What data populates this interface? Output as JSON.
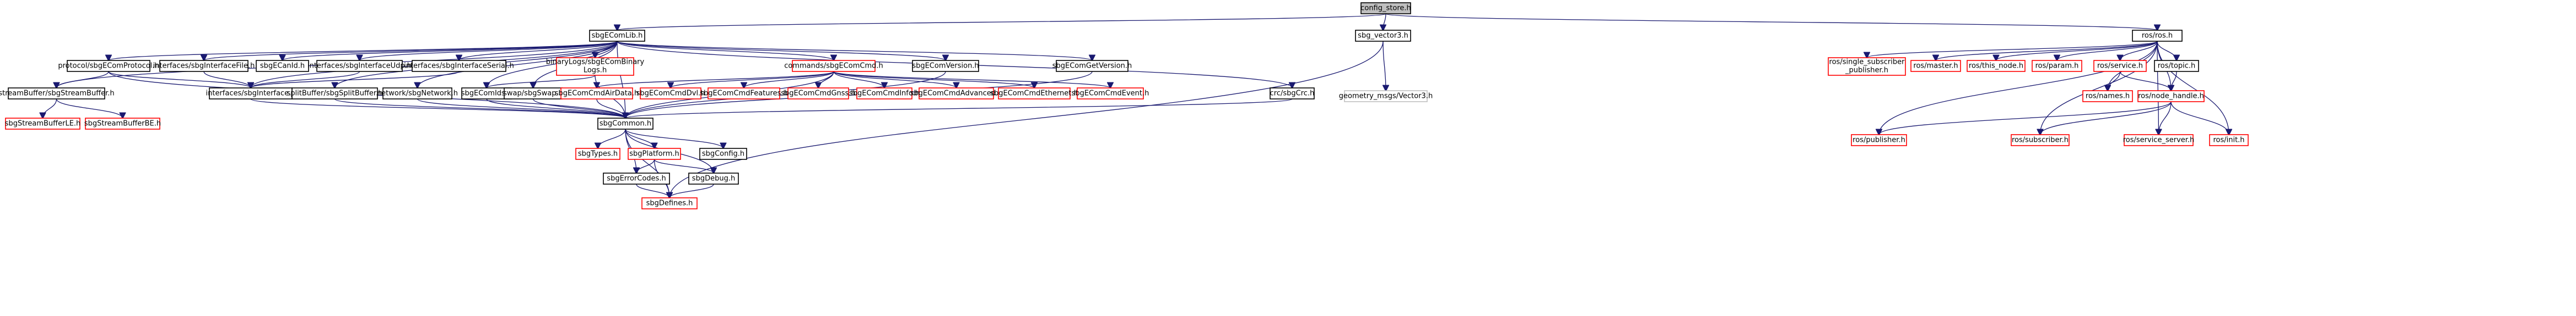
{
  "colors": {
    "edge": "#191970",
    "root_fill": "#bfbfbf",
    "missing_border": "#ff0000",
    "light_border": "#bfbfbf",
    "normal_border": "#000000"
  },
  "nodes": [
    {
      "id": "config_store",
      "label": "config_store.h",
      "style": "root"
    },
    {
      "id": "sbgEComLib",
      "label": "sbgEComLib.h",
      "style": "normal"
    },
    {
      "id": "sbg_vector3",
      "label": "sbg_vector3.h",
      "style": "normal"
    },
    {
      "id": "ros",
      "label": "ros/ros.h",
      "style": "normal"
    },
    {
      "id": "protocol",
      "label": "protocol/sbgEComProtocol.h",
      "style": "normal"
    },
    {
      "id": "ifFile",
      "label": "interfaces/sbgInterfaceFile.h",
      "style": "normal"
    },
    {
      "id": "sbgECanId",
      "label": "sbgECanId.h",
      "style": "normal"
    },
    {
      "id": "ifUdp",
      "label": "interfaces/sbgInterfaceUdp.h",
      "style": "normal"
    },
    {
      "id": "ifSerial",
      "label": "interfaces/sbgInterfaceSerial.h",
      "style": "normal"
    },
    {
      "id": "binaryLogs",
      "label": "binaryLogs/sbgEComBinaryLogs.h",
      "style": "missing"
    },
    {
      "id": "cmd",
      "label": "commands/sbgEComCmd.h",
      "style": "missing"
    },
    {
      "id": "version",
      "label": "sbgEComVersion.h",
      "style": "normal"
    },
    {
      "id": "getVersion",
      "label": "sbgEComGetVersion.h",
      "style": "normal"
    },
    {
      "id": "crc",
      "label": "crc/sbgCrc.h",
      "style": "normal"
    },
    {
      "id": "geomVector3",
      "label": "geometry_msgs/Vector3.h",
      "style": "light"
    },
    {
      "id": "singleSub",
      "label": "ros/single_subscriber_publisher.h",
      "style": "missing"
    },
    {
      "id": "master",
      "label": "ros/master.h",
      "style": "missing"
    },
    {
      "id": "thisNode",
      "label": "ros/this_node.h",
      "style": "missing"
    },
    {
      "id": "param",
      "label": "ros/param.h",
      "style": "missing"
    },
    {
      "id": "service",
      "label": "ros/service.h",
      "style": "missing"
    },
    {
      "id": "topic",
      "label": "ros/topic.h",
      "style": "normal"
    },
    {
      "id": "names",
      "label": "ros/names.h",
      "style": "missing"
    },
    {
      "id": "nodeHandle",
      "label": "ros/node_handle.h",
      "style": "missing"
    },
    {
      "id": "streamBuffer",
      "label": "streamBuffer/sbgStreamBuffer.h",
      "style": "normal"
    },
    {
      "id": "ifInterface",
      "label": "interfaces/sbgInterface.h",
      "style": "normal"
    },
    {
      "id": "splitBuffer",
      "label": "splitBuffer/sbgSplitBuffer.h",
      "style": "normal"
    },
    {
      "id": "network",
      "label": "network/sbgNetwork.h",
      "style": "normal"
    },
    {
      "id": "sbgEComIds",
      "label": "sbgEComIds.h",
      "style": "normal"
    },
    {
      "id": "swap",
      "label": "swap/sbgSwap.h",
      "style": "normal"
    },
    {
      "id": "cmdAirData",
      "label": "sbgEComCmdAirData.h",
      "style": "missing"
    },
    {
      "id": "cmdDvl",
      "label": "sbgEComCmdDvl.h",
      "style": "missing"
    },
    {
      "id": "cmdFeatures",
      "label": "sbgEComCmdFeatures.h",
      "style": "missing"
    },
    {
      "id": "cmdGnss",
      "label": "sbgEComCmdGnss.h",
      "style": "missing"
    },
    {
      "id": "cmdInfo",
      "label": "sbgEComCmdInfo.h",
      "style": "missing"
    },
    {
      "id": "cmdAdvanced",
      "label": "sbgEComCmdAdvanced.h",
      "style": "missing"
    },
    {
      "id": "cmdEthernet",
      "label": "sbgEComCmdEthernet.h",
      "style": "missing"
    },
    {
      "id": "cmdEvent",
      "label": "sbgEComCmdEvent.h",
      "style": "missing"
    },
    {
      "id": "publisher",
      "label": "ros/publisher.h",
      "style": "missing"
    },
    {
      "id": "subscriber",
      "label": "ros/subscriber.h",
      "style": "missing"
    },
    {
      "id": "serviceServer",
      "label": "ros/service_server.h",
      "style": "missing"
    },
    {
      "id": "init",
      "label": "ros/init.h",
      "style": "missing"
    },
    {
      "id": "streamLE",
      "label": "sbgStreamBufferLE.h",
      "style": "missing"
    },
    {
      "id": "streamBE",
      "label": "sbgStreamBufferBE.h",
      "style": "missing"
    },
    {
      "id": "sbgCommon",
      "label": "sbgCommon.h",
      "style": "normal"
    },
    {
      "id": "sbgTypes",
      "label": "sbgTypes.h",
      "style": "missing"
    },
    {
      "id": "sbgPlatform",
      "label": "sbgPlatform.h",
      "style": "missing"
    },
    {
      "id": "sbgConfig",
      "label": "sbgConfig.h",
      "style": "normal"
    },
    {
      "id": "sbgErrorCodes",
      "label": "sbgErrorCodes.h",
      "style": "normal"
    },
    {
      "id": "sbgDebug",
      "label": "sbgDebug.h",
      "style": "normal"
    },
    {
      "id": "sbgDefines",
      "label": "sbgDefines.h",
      "style": "missing"
    }
  ],
  "edges": [
    [
      "config_store",
      "sbgEComLib"
    ],
    [
      "config_store",
      "sbg_vector3"
    ],
    [
      "config_store",
      "ros"
    ],
    [
      "sbgEComLib",
      "protocol"
    ],
    [
      "sbgEComLib",
      "ifFile"
    ],
    [
      "sbgEComLib",
      "sbgECanId"
    ],
    [
      "sbgEComLib",
      "ifUdp"
    ],
    [
      "sbgEComLib",
      "ifSerial"
    ],
    [
      "sbgEComLib",
      "binaryLogs"
    ],
    [
      "sbgEComLib",
      "cmd"
    ],
    [
      "sbgEComLib",
      "version"
    ],
    [
      "sbgEComLib",
      "getVersion"
    ],
    [
      "sbgEComLib",
      "crc"
    ],
    [
      "sbgEComLib",
      "streamBuffer"
    ],
    [
      "sbgEComLib",
      "ifInterface"
    ],
    [
      "sbgEComLib",
      "splitBuffer"
    ],
    [
      "sbgEComLib",
      "network"
    ],
    [
      "sbgEComLib",
      "sbgEComIds"
    ],
    [
      "sbgEComLib",
      "swap"
    ],
    [
      "sbgEComLib",
      "sbgCommon"
    ],
    [
      "sbg_vector3",
      "geomVector3"
    ],
    [
      "sbg_vector3",
      "sbgDefines"
    ],
    [
      "ros",
      "singleSub"
    ],
    [
      "ros",
      "master"
    ],
    [
      "ros",
      "thisNode"
    ],
    [
      "ros",
      "param"
    ],
    [
      "ros",
      "service"
    ],
    [
      "ros",
      "topic"
    ],
    [
      "ros",
      "names"
    ],
    [
      "ros",
      "nodeHandle"
    ],
    [
      "ros",
      "publisher"
    ],
    [
      "ros",
      "subscriber"
    ],
    [
      "ros",
      "serviceServer"
    ],
    [
      "ros",
      "init"
    ],
    [
      "protocol",
      "streamBuffer"
    ],
    [
      "protocol",
      "ifInterface"
    ],
    [
      "protocol",
      "sbgCommon"
    ],
    [
      "ifFile",
      "ifInterface"
    ],
    [
      "ifUdp",
      "ifInterface"
    ],
    [
      "ifSerial",
      "ifInterface"
    ],
    [
      "binaryLogs",
      "sbgEComIds"
    ],
    [
      "binaryLogs",
      "sbgCommon"
    ],
    [
      "cmd",
      "cmdAirData"
    ],
    [
      "cmd",
      "cmdDvl"
    ],
    [
      "cmd",
      "cmdFeatures"
    ],
    [
      "cmd",
      "cmdGnss"
    ],
    [
      "cmd",
      "cmdInfo"
    ],
    [
      "cmd",
      "cmdAdvanced"
    ],
    [
      "cmd",
      "cmdEthernet"
    ],
    [
      "cmd",
      "cmdEvent"
    ],
    [
      "cmd",
      "sbgCommon"
    ],
    [
      "version",
      "sbgCommon"
    ],
    [
      "getVersion",
      "sbgCommon"
    ],
    [
      "crc",
      "sbgCommon"
    ],
    [
      "service",
      "names"
    ],
    [
      "service",
      "nodeHandle"
    ],
    [
      "topic",
      "nodeHandle"
    ],
    [
      "nodeHandle",
      "publisher"
    ],
    [
      "nodeHandle",
      "subscriber"
    ],
    [
      "nodeHandle",
      "serviceServer"
    ],
    [
      "nodeHandle",
      "init"
    ],
    [
      "streamBuffer",
      "streamLE"
    ],
    [
      "streamBuffer",
      "streamBE"
    ],
    [
      "ifInterface",
      "sbgCommon"
    ],
    [
      "splitBuffer",
      "sbgCommon"
    ],
    [
      "network",
      "sbgCommon"
    ],
    [
      "sbgEComIds",
      "sbgCommon"
    ],
    [
      "swap",
      "sbgCommon"
    ],
    [
      "cmdAirData",
      "sbgCommon"
    ],
    [
      "sbgCommon",
      "sbgTypes"
    ],
    [
      "sbgCommon",
      "sbgPlatform"
    ],
    [
      "sbgCommon",
      "sbgConfig"
    ],
    [
      "sbgCommon",
      "sbgErrorCodes"
    ],
    [
      "sbgCommon",
      "sbgDebug"
    ],
    [
      "sbgCommon",
      "sbgDefines"
    ],
    [
      "sbgPlatform",
      "sbgErrorCodes"
    ],
    [
      "sbgPlatform",
      "sbgDebug"
    ],
    [
      "sbgPlatform",
      "sbgDefines"
    ],
    [
      "sbgErrorCodes",
      "sbgDefines"
    ],
    [
      "sbgDebug",
      "sbgDefines"
    ]
  ]
}
